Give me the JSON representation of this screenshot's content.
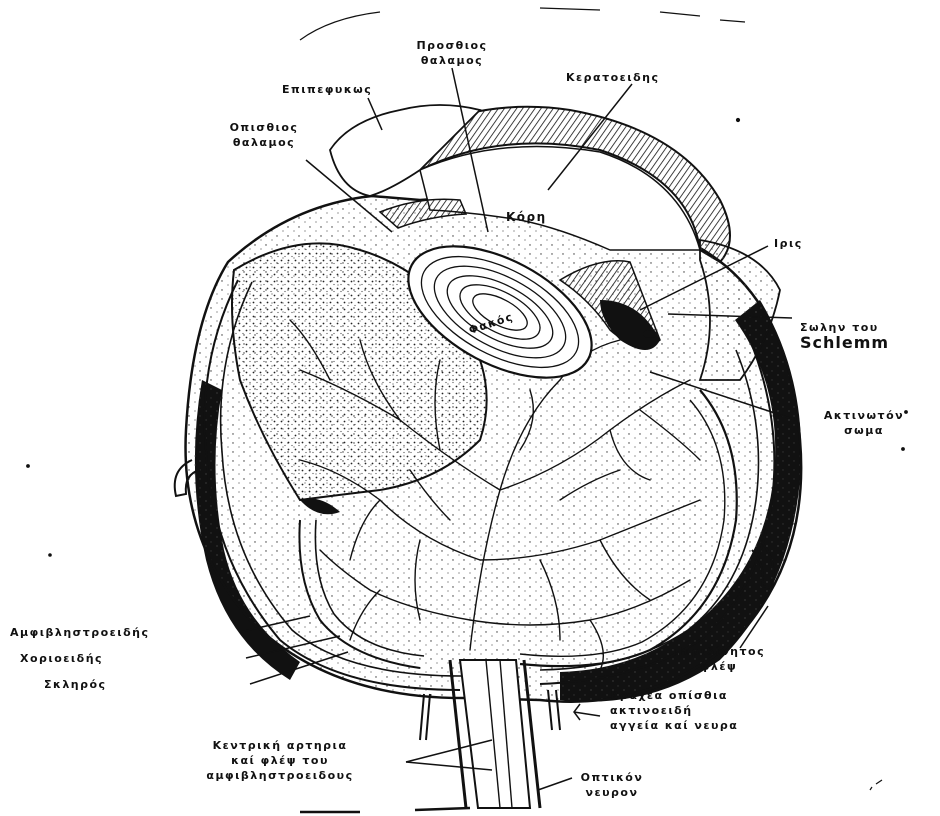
{
  "labels": {
    "anterior_chamber": [
      "Προσθιος",
      "θαλαμος"
    ],
    "conjunctiva": "Επιπεφυκως",
    "cornea": "Κερατοειδης",
    "posterior_chamber": [
      "Οπισθιος",
      "θαλαμος"
    ],
    "pupil": "Κόρη",
    "iris": "Ιρις",
    "schlemm": [
      "Σωλην του",
      "Schlemm"
    ],
    "lens": "Φακός",
    "ciliary_body": [
      "Ακτινωτόν",
      "σωμα"
    ],
    "retina": "Αμφιβληστροειδής",
    "choroid": "Χοριοειδής",
    "sclera": "Σκληρός",
    "vortex_vein": [
      "Περιδίνητος",
      "φλέψ"
    ],
    "short_ciliary": [
      "Βραχέα οπίσθια",
      "ακτινοειδή",
      "αγγεία καί νευρα"
    ],
    "central_artery": [
      "Κεντρική αρτηρια",
      "καί φλέψ του",
      "αμφιβληστροειδους"
    ],
    "optic_nerve": [
      "Οπτικόν",
      "νευρον"
    ]
  }
}
